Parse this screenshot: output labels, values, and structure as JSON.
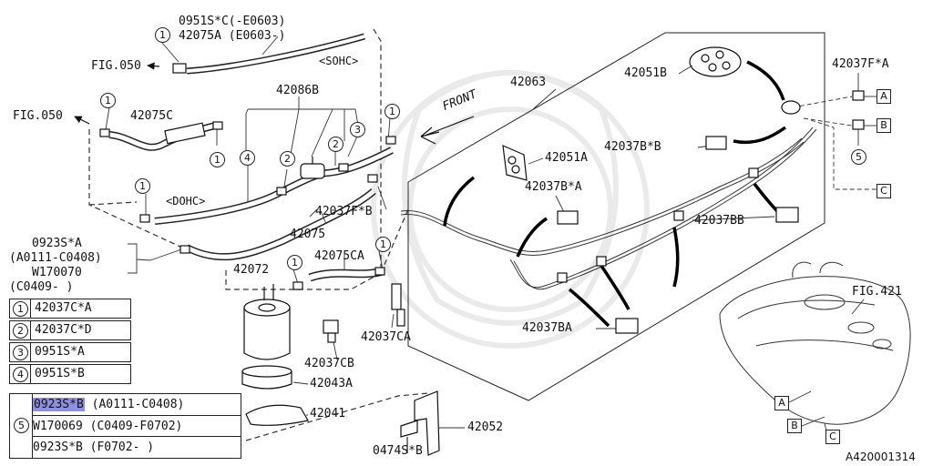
{
  "labels": {
    "p0951s_c_range": "0951S*C(-E0603)",
    "p42075a": "42075A (E0603-)",
    "sohc": "<SOHC>",
    "fig050_top": "FIG.050",
    "fig050_left": "FIG.050",
    "p42086b": "42086B",
    "p42075c": "42075C",
    "dohc": "<DOHC>",
    "p42037fb": "42037F*B",
    "p42075": "42075",
    "p42072": "42072",
    "p42075ca": "42075CA",
    "p42037ca": "42037CA",
    "p42037cb": "42037CB",
    "p42043a": "42043A",
    "p42041": "42041",
    "p42052": "42052",
    "p0474sb": "0474S*B",
    "p0923sa": "0923S*A",
    "p0923sa_range": "(A0111-C0408)",
    "pw170070": "W170070",
    "pw170070_range": "(C0409-        )",
    "front": "FRONT",
    "p42063": "42063",
    "p42051b": "42051B",
    "p42051a": "42051A",
    "p42037bb_star": "42037B*B",
    "p42037ba_star": "42037B*A",
    "p42037bb": "42037BB",
    "p42037ba": "42037BA",
    "p42037fa": "42037F*A",
    "fig421": "FIG.421",
    "diagram_code": "A420001314"
  },
  "callouts": [
    "1",
    "2",
    "3",
    "4",
    "5"
  ],
  "boxes": [
    "A",
    "B",
    "C"
  ],
  "legend": [
    {
      "num": "1",
      "part": "42037C*A"
    },
    {
      "num": "2",
      "part": "42037C*D"
    },
    {
      "num": "3",
      "part": "0951S*A"
    },
    {
      "num": "4",
      "part": "0951S*B"
    }
  ],
  "legend5": {
    "num": "5",
    "rows": [
      {
        "part": "0923S*B",
        "range": "(A0111-C0408)"
      },
      {
        "part": "W170069",
        "range": "(C0409-F0702)"
      },
      {
        "part": "0923S*B",
        "range": "(F0702-     )"
      }
    ]
  }
}
